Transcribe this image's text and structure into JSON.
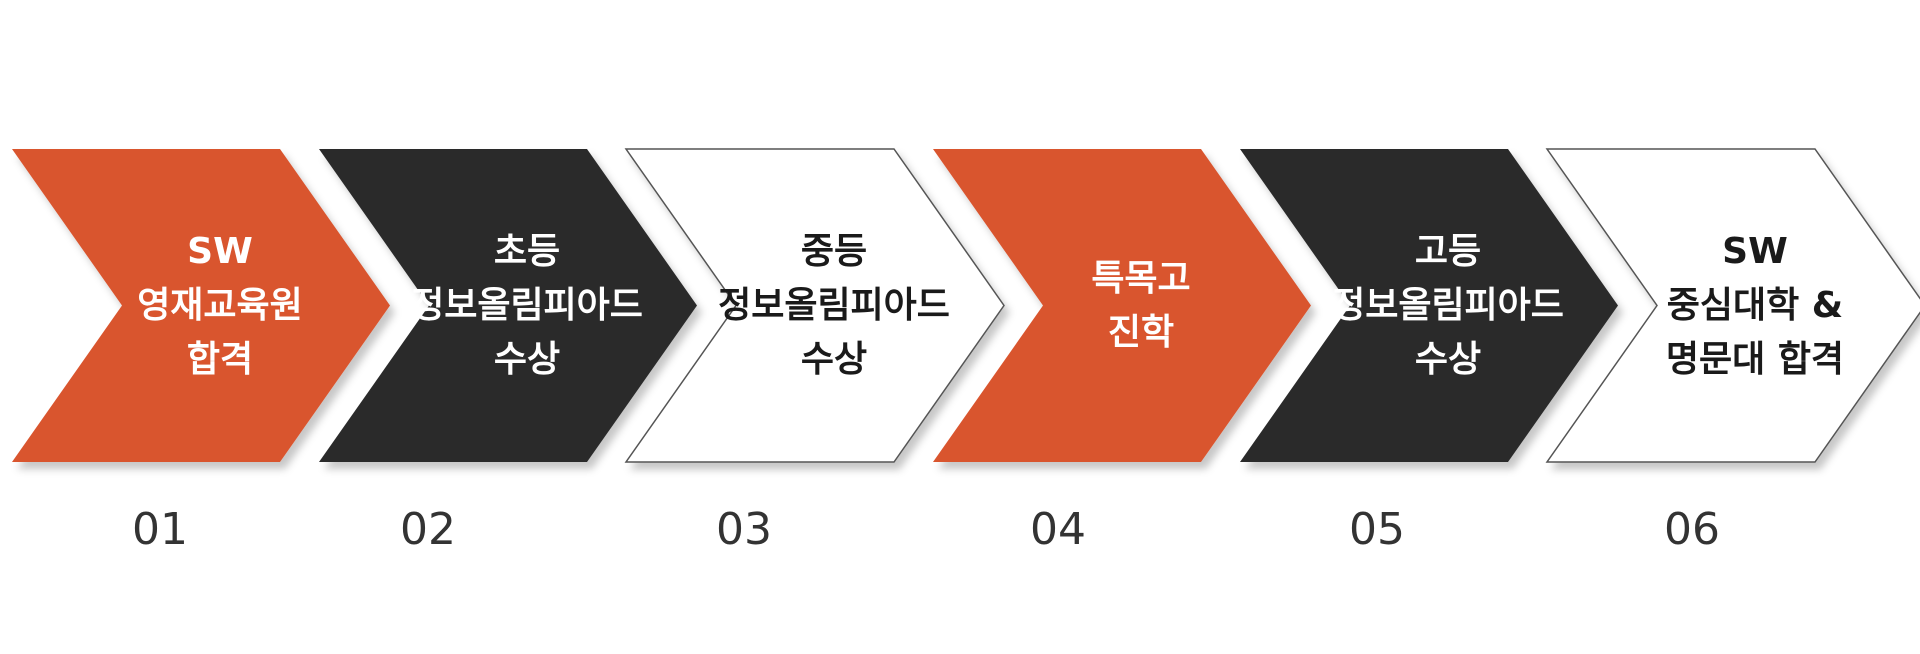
{
  "colors": {
    "orange": "#d9552f",
    "dark": "#2b2b2b",
    "white": "#ffffff",
    "outline": "#555555",
    "text_light": "#ffffff",
    "text_dark": "#1a1a1a"
  },
  "steps": [
    {
      "number": "01",
      "fill": "orange",
      "lines": [
        "SW",
        "영재교육원",
        "합격"
      ]
    },
    {
      "number": "02",
      "fill": "dark",
      "lines": [
        "초등",
        "정보올림피아드",
        "수상"
      ]
    },
    {
      "number": "03",
      "fill": "white",
      "lines": [
        "중등",
        "정보올림피아드",
        "수상"
      ]
    },
    {
      "number": "04",
      "fill": "orange",
      "lines": [
        "특목고",
        "진학"
      ]
    },
    {
      "number": "05",
      "fill": "dark",
      "lines": [
        "고등",
        "정보올림피아드",
        "수상"
      ]
    },
    {
      "number": "06",
      "fill": "white",
      "lines": [
        "SW",
        "중심대학 &",
        "명문대 합격"
      ]
    }
  ]
}
